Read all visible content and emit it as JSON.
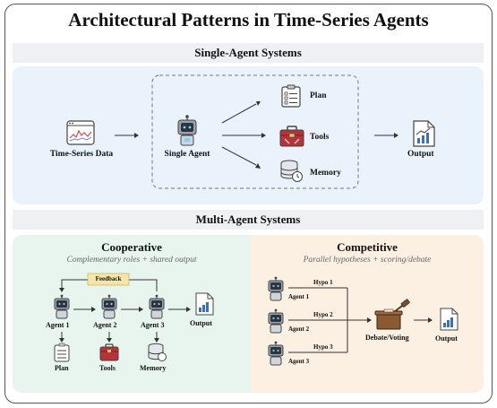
{
  "title": "Architectural Patterns in Time-Series Agents",
  "single": {
    "section_title": "Single-Agent Systems",
    "input_label": "Time-Series Data",
    "agent_label": "Single Agent",
    "tools": [
      "Plan",
      "Tools",
      "Memory"
    ],
    "output_label": "Output"
  },
  "multi": {
    "section_title": "Multi-Agent Systems",
    "cooperative": {
      "heading": "Cooperative",
      "subtitle": "Complementary roles + shared output",
      "feedback": "Feedback",
      "agents": [
        "Agent 1",
        "Agent 2",
        "Agent 3"
      ],
      "output_label": "Output",
      "tools": [
        "Plan",
        "Tools",
        "Memory"
      ]
    },
    "competitive": {
      "heading": "Competitive",
      "subtitle": "Parallel hypotheses + scoring/debate",
      "agents": [
        "Agent 1",
        "Agent 2",
        "Agent 3"
      ],
      "hypotheses": [
        "Hypo 1",
        "Hypo 2",
        "Hypo 3"
      ],
      "judge_label": "Debate/Voting",
      "output_label": "Output"
    }
  },
  "colors": {
    "single_bg": "#eaf2fb",
    "coop_bg": "#e8f5ef",
    "comp_bg": "#fcf0e2",
    "tool_red": "#b5343a",
    "agent_gray": "#9aa3ad"
  }
}
